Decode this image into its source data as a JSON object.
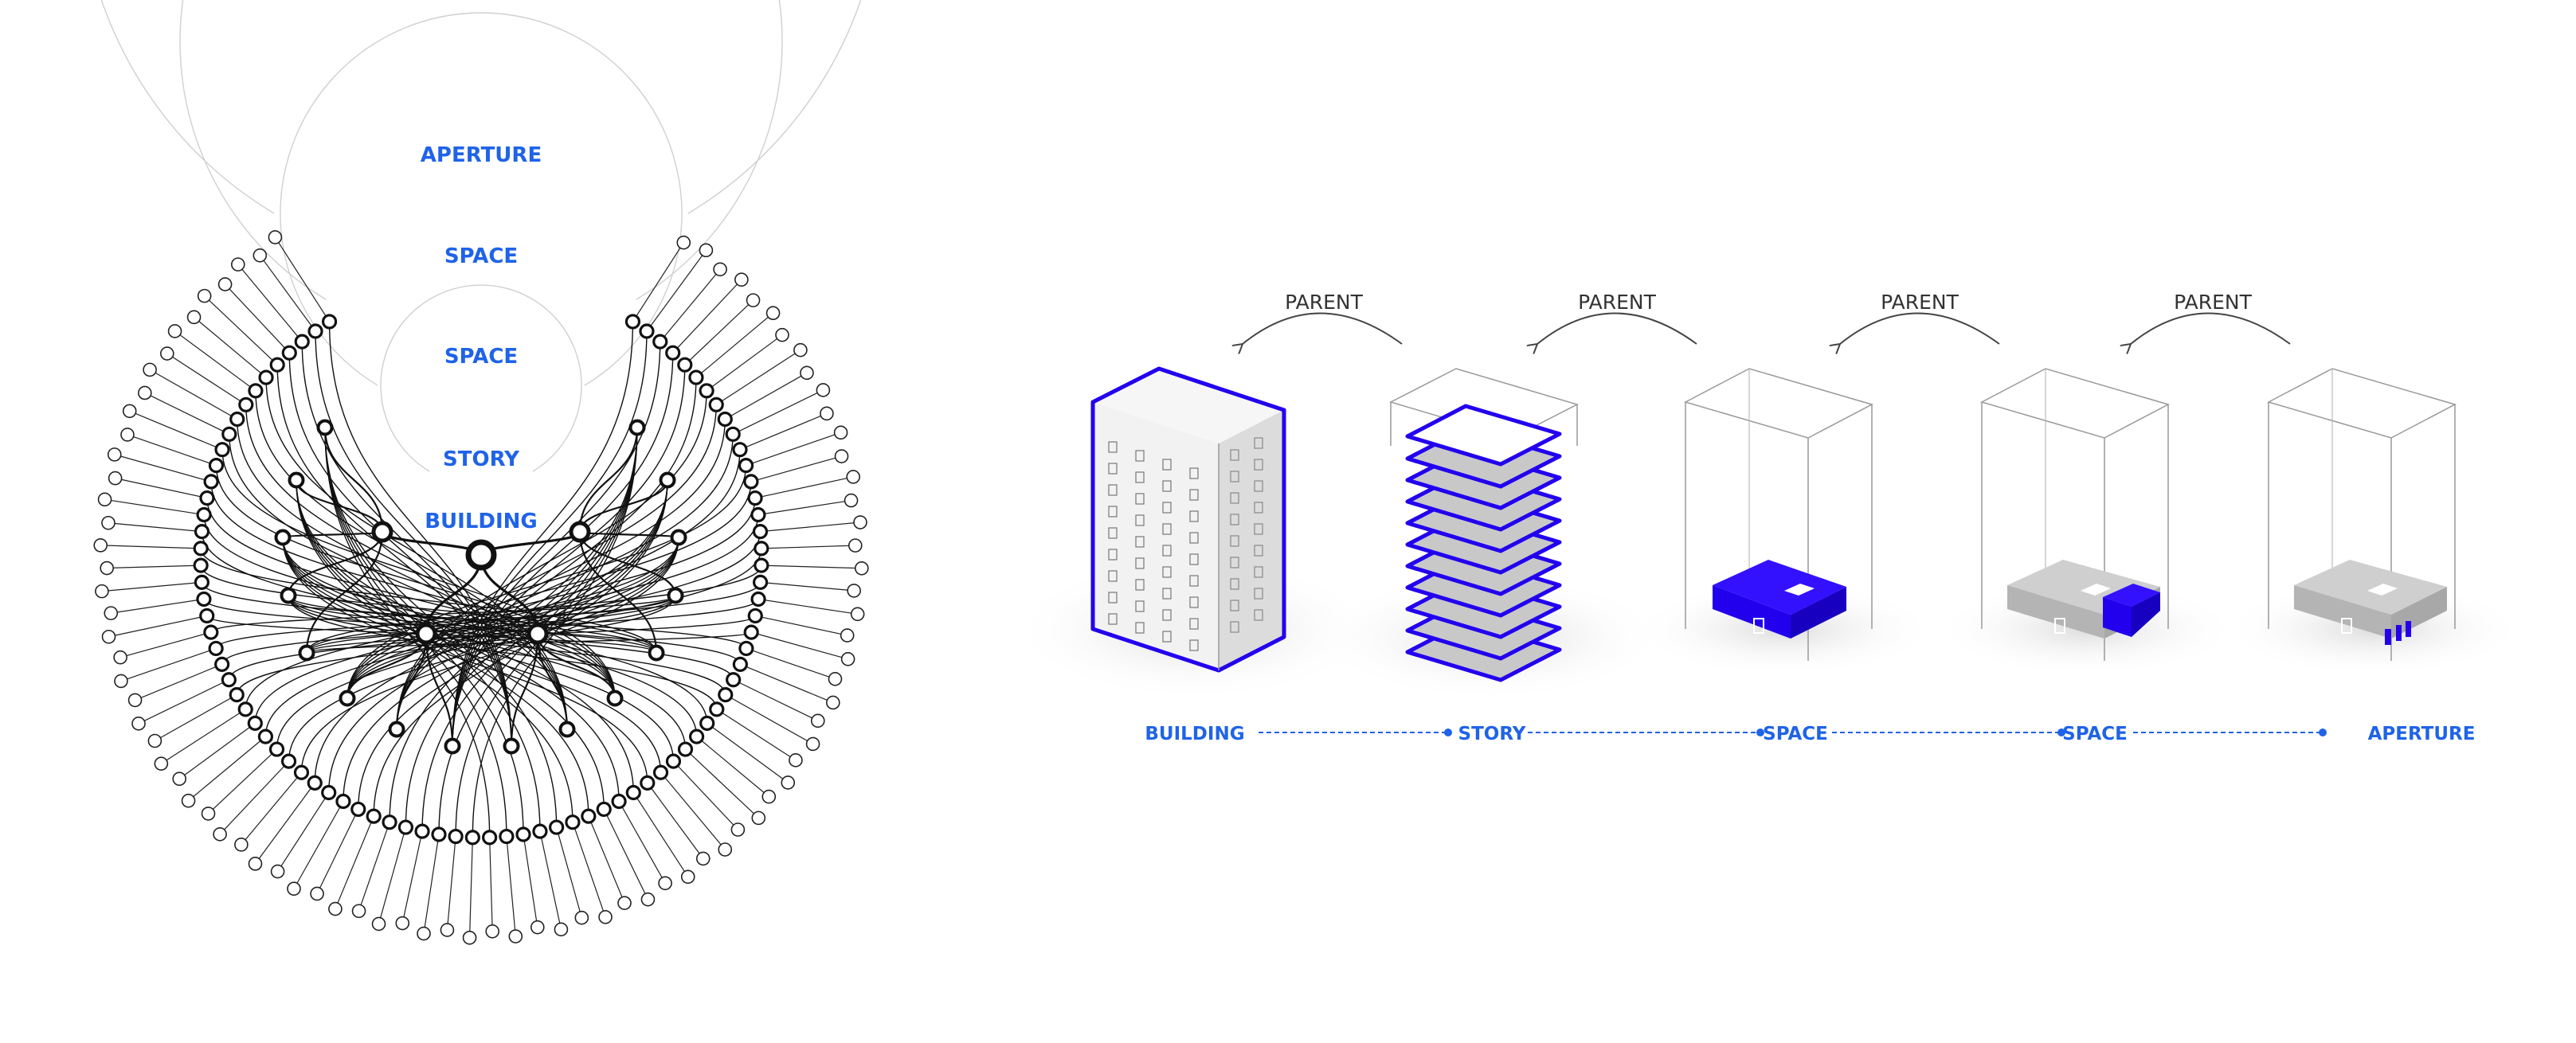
{
  "tree": {
    "level_labels": [
      "APERTURE",
      "SPACE",
      "SPACE",
      "STORY",
      "BUILDING"
    ],
    "colors": {
      "label": "#1f63e8",
      "ring": "#cccccc",
      "node": "#111111"
    }
  },
  "sequence": {
    "parent_labels": [
      "PARENT",
      "PARENT",
      "PARENT",
      "PARENT"
    ],
    "stage_labels": [
      "BUILDING",
      "STORY",
      "SPACE",
      "SPACE",
      "APERTURE"
    ],
    "colors": {
      "highlight": "#2200ee",
      "connector": "#1f63e8",
      "shade": "#b9b9b9"
    }
  }
}
